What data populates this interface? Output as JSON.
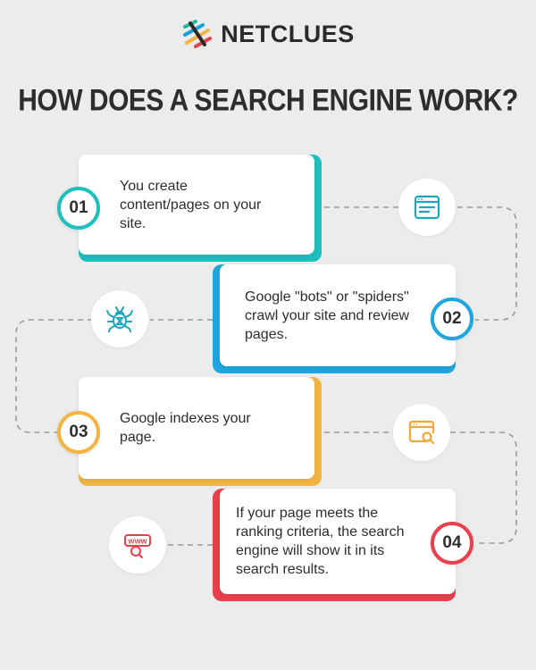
{
  "brand": {
    "name": "NETCLUES",
    "colors": [
      "#1dbd9b",
      "#1a9fd9",
      "#f3b346",
      "#e8414b"
    ]
  },
  "title": "HOW DOES A SEARCH ENGINE WORK?",
  "steps": [
    {
      "number": "01",
      "text": "You create content/pages on your site.",
      "accent": "#1dbfbf",
      "icon": "browser-window-icon"
    },
    {
      "number": "02",
      "text": "Google \"bots\" or \"spiders\" crawl your site and review pages.",
      "accent": "#1ea6e0",
      "icon": "spider-bot-icon"
    },
    {
      "number": "03",
      "text": "Google indexes your page.",
      "accent": "#f4b441",
      "icon": "browser-search-icon"
    },
    {
      "number": "04",
      "text": "If your page meets the ranking criteria, the search engine will show it in its search results.",
      "accent": "#e8414b",
      "icon": "www-search-icon"
    }
  ]
}
